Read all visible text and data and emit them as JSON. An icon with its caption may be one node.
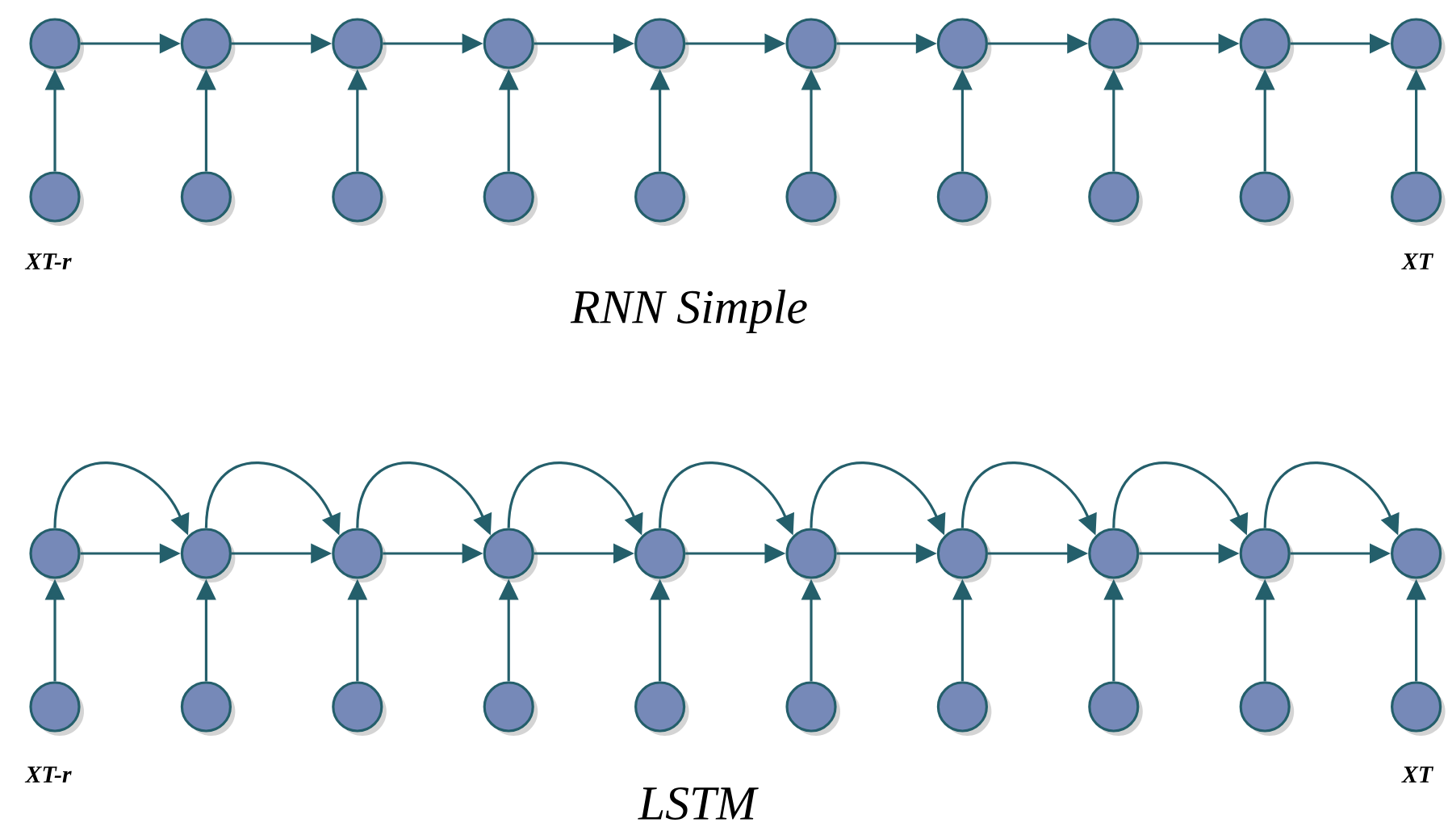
{
  "diagram": {
    "nodes": [
      {
        "text": [],
        "shape": "circle"
      },
      {
        "text": [],
        "shape": "circle"
      },
      {
        "text": [],
        "shape": "circle"
      },
      {
        "text": [],
        "shape": "circle"
      },
      {
        "text": [],
        "shape": "circle"
      },
      {
        "text": [],
        "shape": "circle"
      },
      {
        "text": [],
        "shape": "circle"
      },
      {
        "text": [],
        "shape": "circle"
      },
      {
        "text": [],
        "shape": "circle"
      },
      {
        "text": [],
        "shape": "circle"
      },
      {
        "text": [],
        "shape": "circle"
      },
      {
        "text": [],
        "shape": "circle"
      },
      {
        "text": [],
        "shape": "circle"
      },
      {
        "text": [],
        "shape": "circle"
      },
      {
        "text": [],
        "shape": "circle"
      },
      {
        "text": [],
        "shape": "circle"
      },
      {
        "text": [],
        "shape": "circle"
      },
      {
        "text": [],
        "shape": "circle"
      },
      {
        "text": [],
        "shape": "circle"
      },
      {
        "text": [],
        "shape": "circle"
      },
      {
        "text": [],
        "shape": "circle"
      },
      {
        "text": [],
        "shape": "circle"
      },
      {
        "text": [],
        "shape": "circle"
      },
      {
        "text": [],
        "shape": "circle"
      },
      {
        "text": [],
        "shape": "circle"
      },
      {
        "text": [],
        "shape": "circle"
      },
      {
        "text": [],
        "shape": "circle"
      },
      {
        "text": [],
        "shape": "circle"
      },
      {
        "text": [],
        "shape": "circle"
      },
      {
        "text": [],
        "shape": "circle"
      },
      {
        "text": [],
        "shape": "circle"
      },
      {
        "text": [],
        "shape": "circle"
      },
      {
        "text": [],
        "shape": "circle"
      },
      {
        "text": [],
        "shape": "circle"
      },
      {
        "text": [],
        "shape": "circle"
      },
      {
        "text": [],
        "shape": "circle"
      },
      {
        "text": [],
        "shape": "circle"
      },
      {
        "text": [],
        "shape": "circle"
      },
      {
        "text": [],
        "shape": "circle"
      },
      {
        "text": [],
        "shape": "circle"
      }
    ],
    "edges": [
      {
        "from": 0,
        "to": 1,
        "arrow": "to"
      },
      {
        "from": 1,
        "to": 2,
        "arrow": "to"
      },
      {
        "from": 2,
        "to": 3,
        "arrow": "to"
      },
      {
        "from": 3,
        "to": 4,
        "arrow": "to"
      },
      {
        "from": 4,
        "to": 5,
        "arrow": "to"
      },
      {
        "from": 5,
        "to": 6,
        "arrow": "to"
      },
      {
        "from": 6,
        "to": 7,
        "arrow": "to"
      },
      {
        "from": 7,
        "to": 8,
        "arrow": "to"
      },
      {
        "from": 8,
        "to": 9,
        "arrow": "to"
      },
      {
        "from": 10,
        "to": 0,
        "arrow": "to"
      },
      {
        "from": 11,
        "to": 1,
        "arrow": "to"
      },
      {
        "from": 12,
        "to": 2,
        "arrow": "to"
      },
      {
        "from": 13,
        "to": 3,
        "arrow": "to"
      },
      {
        "from": 14,
        "to": 4,
        "arrow": "to"
      },
      {
        "from": 15,
        "to": 5,
        "arrow": "to"
      },
      {
        "from": 16,
        "to": 6,
        "arrow": "to"
      },
      {
        "from": 17,
        "to": 7,
        "arrow": "to"
      },
      {
        "from": 18,
        "to": 8,
        "arrow": "to"
      },
      {
        "from": 19,
        "to": 9,
        "arrow": "to"
      },
      {
        "from": 20,
        "to": 21,
        "arrow": "to"
      },
      {
        "from": 21,
        "to": 22,
        "arrow": "to"
      },
      {
        "from": 22,
        "to": 23,
        "arrow": "to"
      },
      {
        "from": 23,
        "to": 24,
        "arrow": "to"
      },
      {
        "from": 24,
        "to": 25,
        "arrow": "to"
      },
      {
        "from": 25,
        "to": 26,
        "arrow": "to"
      },
      {
        "from": 26,
        "to": 27,
        "arrow": "to"
      },
      {
        "from": 27,
        "to": 28,
        "arrow": "to"
      },
      {
        "from": 28,
        "to": 29,
        "arrow": "to"
      },
      {
        "from": 20,
        "to": 21,
        "arrow": "to"
      },
      {
        "from": 21,
        "to": 22,
        "arrow": "to"
      },
      {
        "from": 22,
        "to": 23,
        "arrow": "to"
      },
      {
        "from": 23,
        "to": 24,
        "arrow": "to"
      },
      {
        "from": 24,
        "to": 25,
        "arrow": "to"
      },
      {
        "from": 25,
        "to": 26,
        "arrow": "to"
      },
      {
        "from": 26,
        "to": 27,
        "arrow": "to"
      },
      {
        "from": 27,
        "to": 28,
        "arrow": "to"
      },
      {
        "from": 28,
        "to": 29,
        "arrow": "to"
      },
      {
        "from": 30,
        "to": 20,
        "arrow": "to"
      },
      {
        "from": 31,
        "to": 21,
        "arrow": "to"
      },
      {
        "from": 32,
        "to": 22,
        "arrow": "to"
      },
      {
        "from": 33,
        "to": 23,
        "arrow": "to"
      },
      {
        "from": 34,
        "to": 24,
        "arrow": "to"
      },
      {
        "from": 35,
        "to": 25,
        "arrow": "to"
      },
      {
        "from": 36,
        "to": 26,
        "arrow": "to"
      },
      {
        "from": 37,
        "to": 27,
        "arrow": "to"
      },
      {
        "from": 38,
        "to": 28,
        "arrow": "to"
      },
      {
        "from": 39,
        "to": 29,
        "arrow": "to"
      }
    ],
    "labels": [
      "XT-r",
      "XT",
      "RNN Simple",
      "XT-r",
      "XT",
      "LSTM"
    ]
  }
}
